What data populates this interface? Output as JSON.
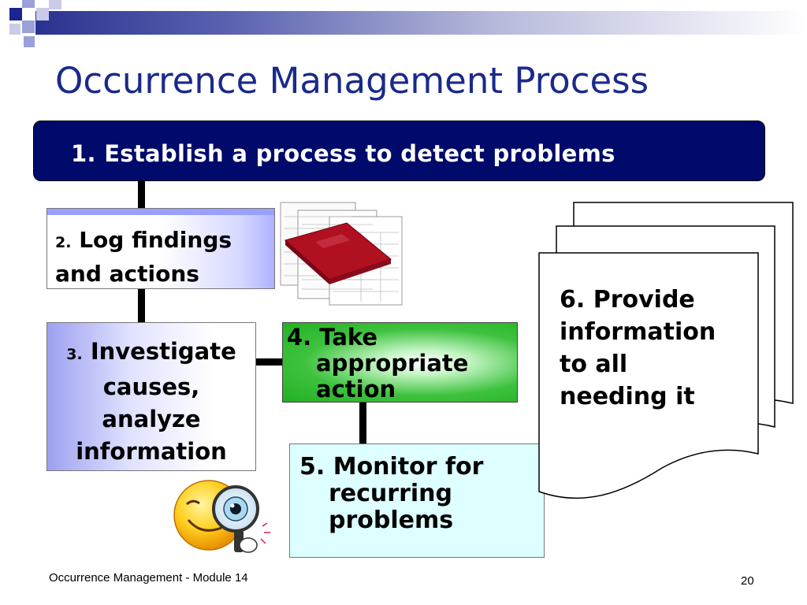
{
  "slide": {
    "title": "Occurrence Management Process",
    "footer": "Occurrence Management - Module 14",
    "page_number": "20"
  },
  "steps": {
    "step1": {
      "text": "1. Establish a process to detect problems"
    },
    "step2": {
      "num": "2.",
      "line1": "Log findings",
      "line2": "and actions"
    },
    "step3": {
      "num": "3.",
      "line1": "Investigate",
      "line2": "causes,",
      "line3": "analyze",
      "line4": "information"
    },
    "step4": {
      "line1": "4. Take",
      "line2": "appropriate",
      "line3": "action"
    },
    "step5": {
      "line1": "5. Monitor for",
      "line2": "recurring",
      "line3": "problems"
    },
    "step6": {
      "line1": "6. Provide",
      "line2": "information",
      "line3": "to all",
      "line4": "needing it"
    }
  },
  "images": {
    "logbook": "logbook-and-forms-icon",
    "magnifier": "smiley-magnifying-glass-icon",
    "documents": "document-stack-icon"
  },
  "colors": {
    "title": "#1a2a8a",
    "step1_bg": "#000a6a",
    "step4_green": "#3ec23e",
    "step5_bg": "#ddffff",
    "logbook_red": "#b01020"
  }
}
